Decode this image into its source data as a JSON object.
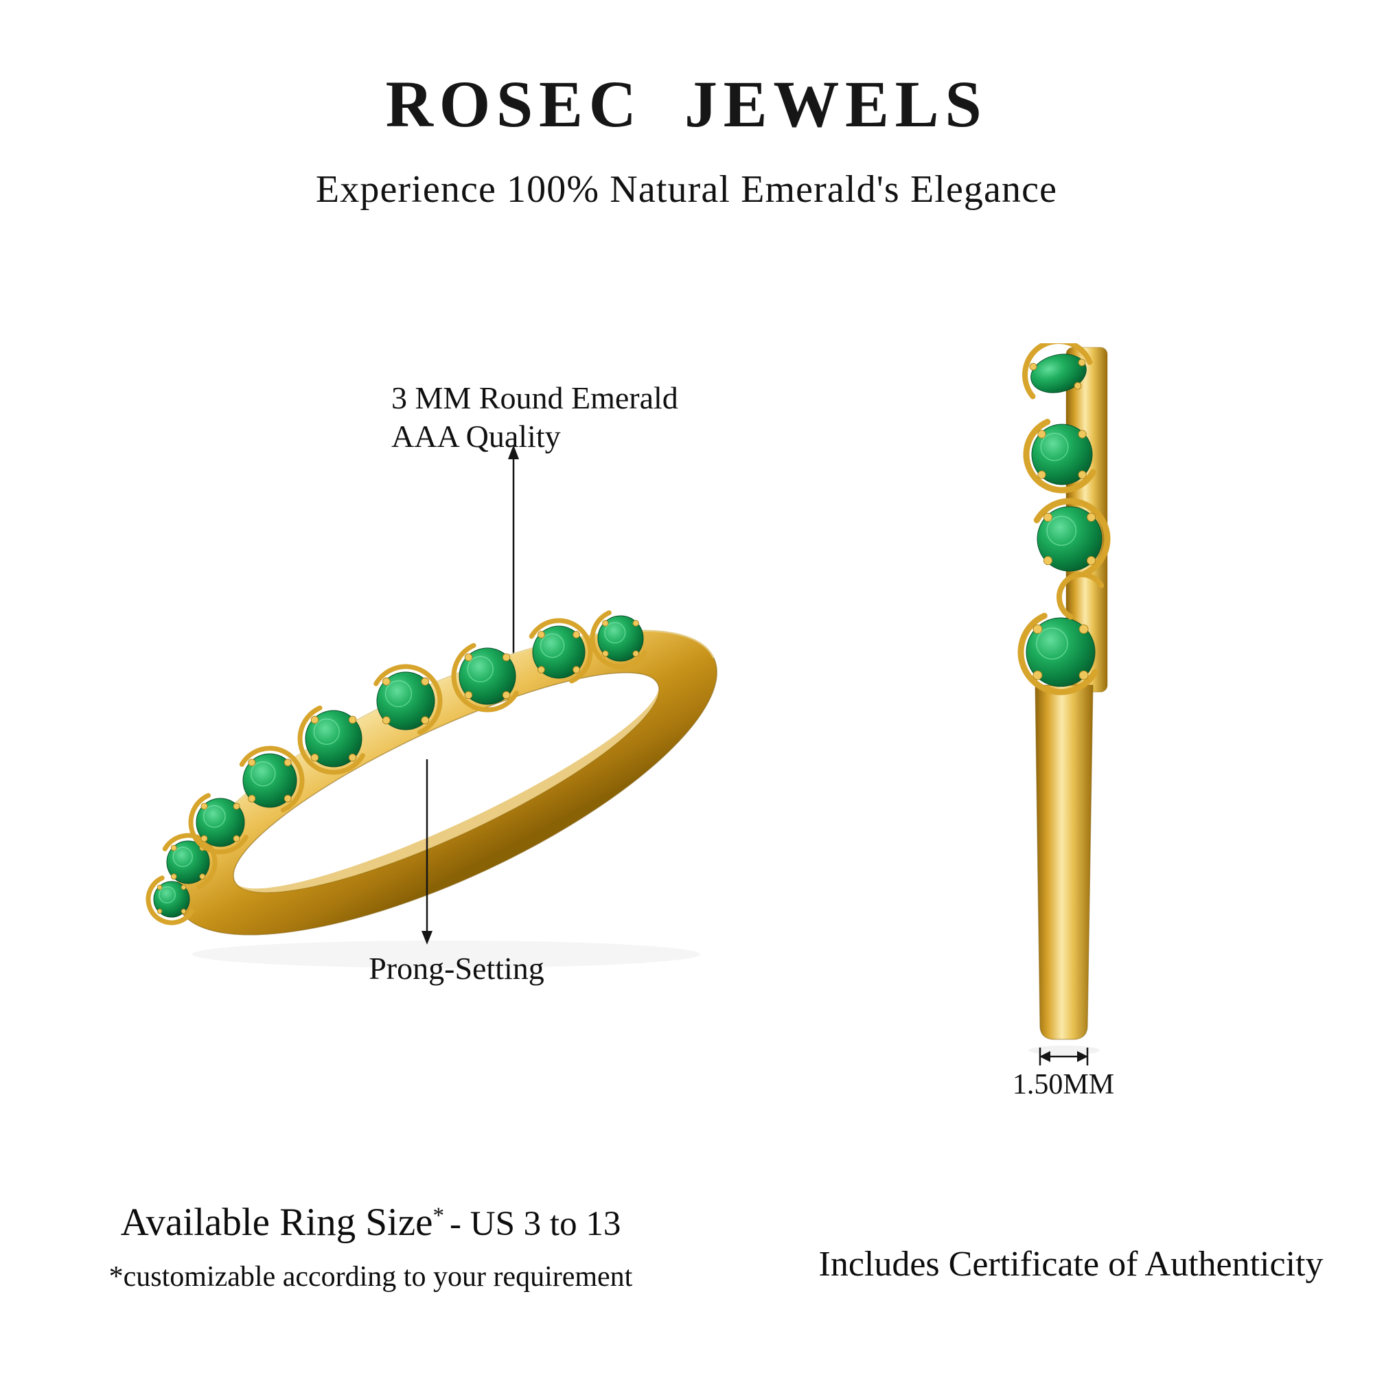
{
  "header": {
    "brand": "ROSEC JEWELS",
    "tagline": "Experience 100% Natural Emerald's Elegance"
  },
  "annotations": {
    "stone_quality": {
      "line1": "3 MM Round Emerald",
      "line2": "AAA Quality"
    },
    "setting": "Prong-Setting",
    "band_width": "1.50MM"
  },
  "footer": {
    "ring_size_label": "Available Ring Size",
    "ring_size_asterisk": "*",
    "ring_size_value": "- US 3 to 13",
    "customization_note": "*customizable according to your requirement",
    "certificate_note": "Includes Certificate of Authenticity"
  },
  "product": {
    "front_view_stone_count": 9,
    "side_view_stone_count": 4
  },
  "colors": {
    "gold": "#d4a12b",
    "gold_dark": "#8a6206",
    "emerald": "#0b8040",
    "text": "#1b1b1b"
  }
}
